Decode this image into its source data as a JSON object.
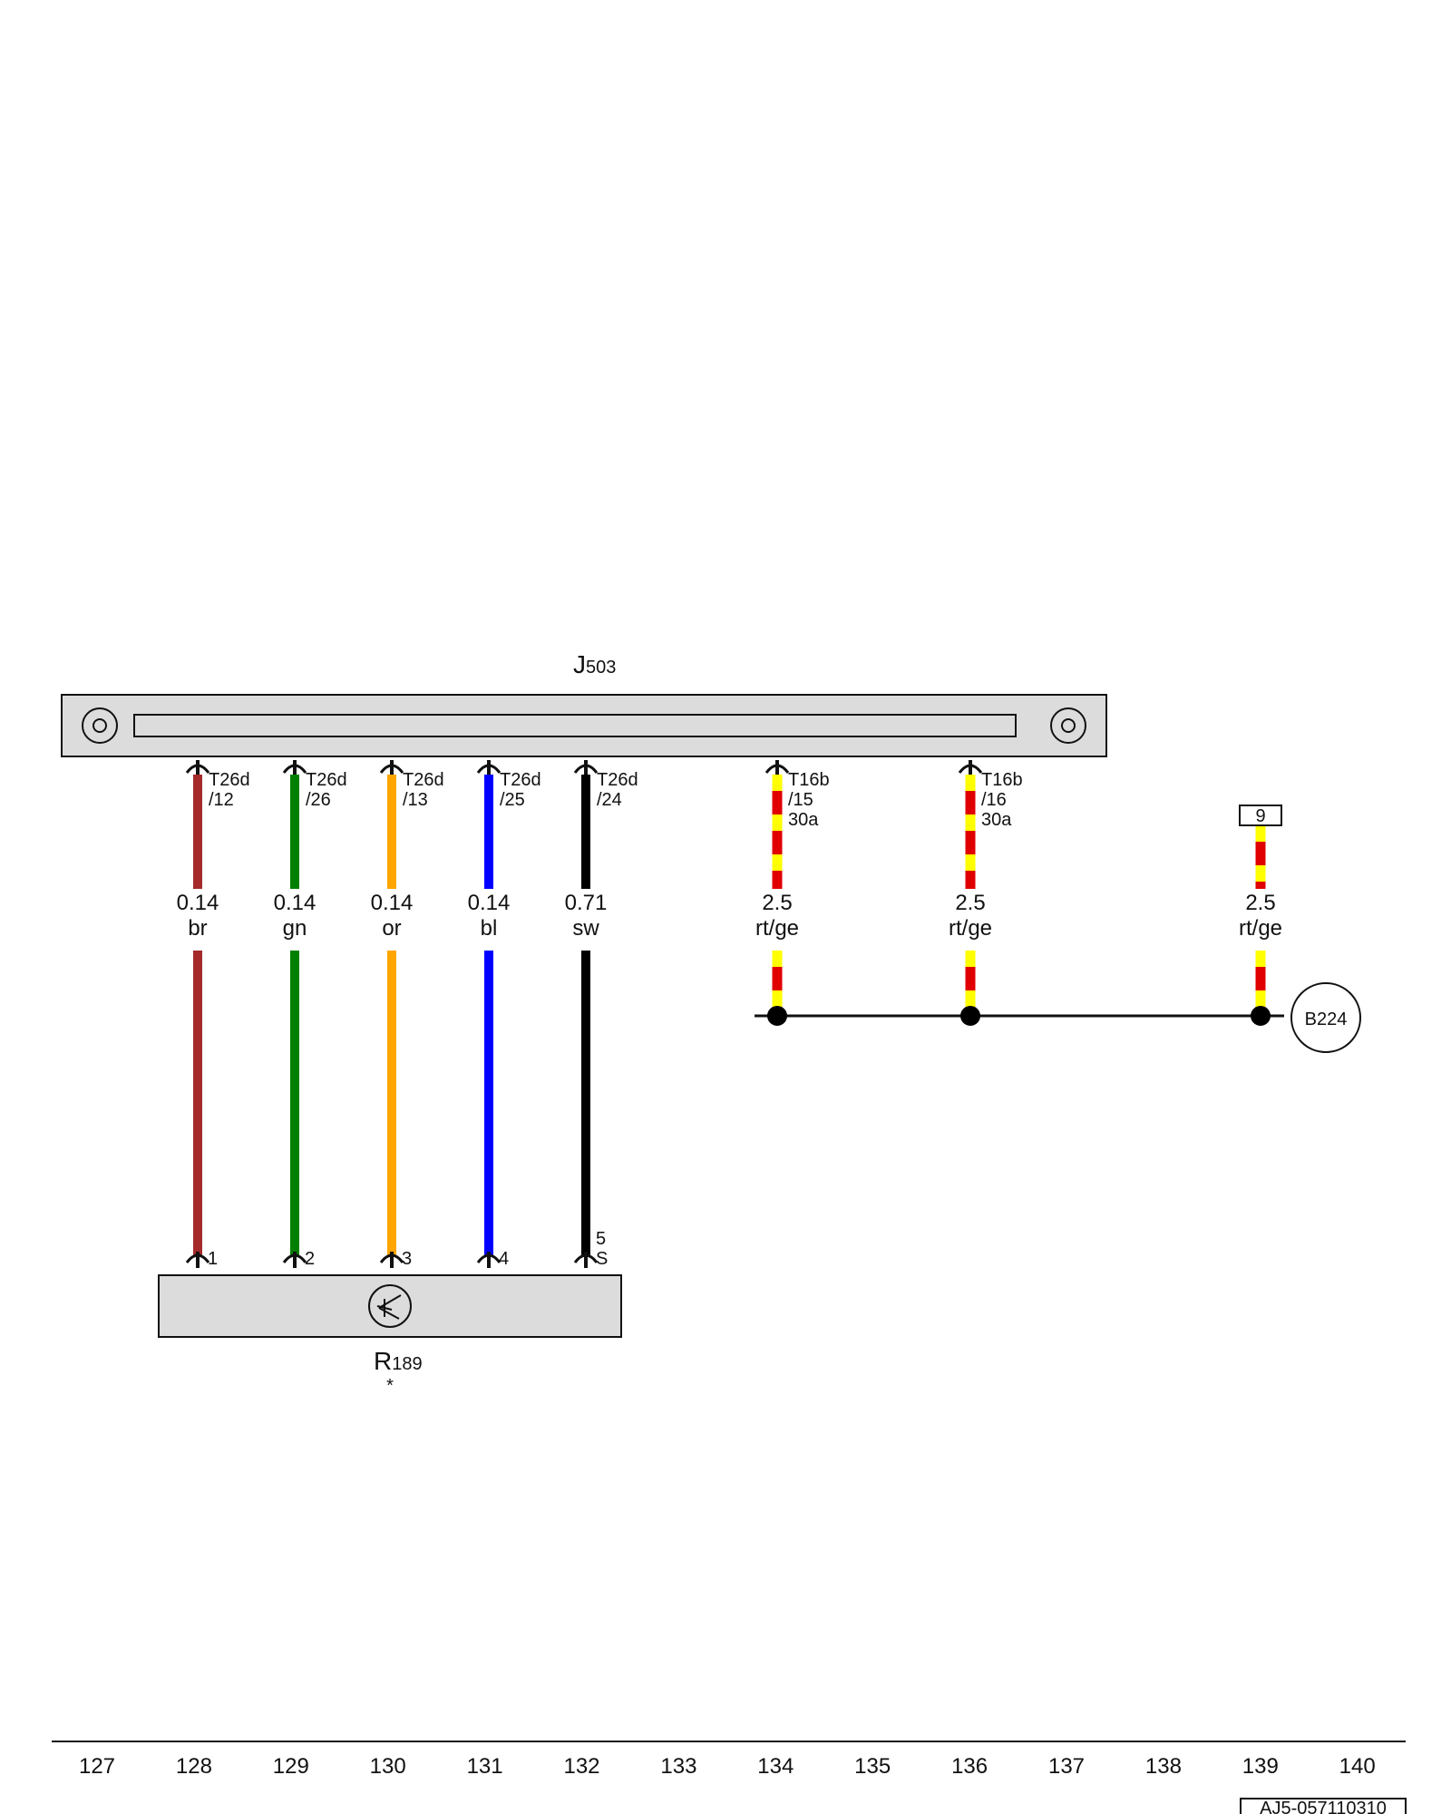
{
  "components": {
    "J503": {
      "letter": "J",
      "number": "503"
    },
    "R189": {
      "letter": "R",
      "number": "189",
      "note": "*"
    },
    "B224": {
      "label": "B224"
    },
    "marker9": {
      "label": "9"
    }
  },
  "wires": [
    {
      "id": "w1",
      "connector": "T26d",
      "pin": "/12",
      "size": "0.14",
      "color_code": "br",
      "stripe": null,
      "base": "#a52a2a",
      "r_pin": "1",
      "r_extra": ""
    },
    {
      "id": "w2",
      "connector": "T26d",
      "pin": "/26",
      "size": "0.14",
      "color_code": "gn",
      "stripe": null,
      "base": "#008000",
      "r_pin": "2",
      "r_extra": ""
    },
    {
      "id": "w3",
      "connector": "T26d",
      "pin": "/13",
      "size": "0.14",
      "color_code": "or",
      "stripe": null,
      "base": "#ffa500",
      "r_pin": "3",
      "r_extra": ""
    },
    {
      "id": "w4",
      "connector": "T26d",
      "pin": "/25",
      "size": "0.14",
      "color_code": "bl",
      "stripe": null,
      "base": "#0000ff",
      "r_pin": "4",
      "r_extra": ""
    },
    {
      "id": "w5",
      "connector": "T26d",
      "pin": "/24",
      "size": "0.71",
      "color_code": "sw",
      "stripe": null,
      "base": "#000000",
      "r_pin": "S",
      "r_extra": "5"
    }
  ],
  "power_wires": [
    {
      "id": "p1",
      "connector": "T16b",
      "pin": "/15",
      "terminal": "30a",
      "size": "2.5",
      "color_code": "rt/ge",
      "base": "#ffff00",
      "stripe": "#e00000"
    },
    {
      "id": "p2",
      "connector": "T16b",
      "pin": "/16",
      "terminal": "30a",
      "size": "2.5",
      "color_code": "rt/ge",
      "base": "#ffff00",
      "stripe": "#e00000"
    },
    {
      "id": "p3",
      "connector": "",
      "pin": "",
      "terminal": "",
      "size": "2.5",
      "color_code": "rt/ge",
      "base": "#ffff00",
      "stripe": "#e00000"
    }
  ],
  "ruler": [
    "127",
    "128",
    "129",
    "130",
    "131",
    "132",
    "133",
    "134",
    "135",
    "136",
    "137",
    "138",
    "139",
    "140"
  ],
  "doc_id": "AJ5-057110310"
}
